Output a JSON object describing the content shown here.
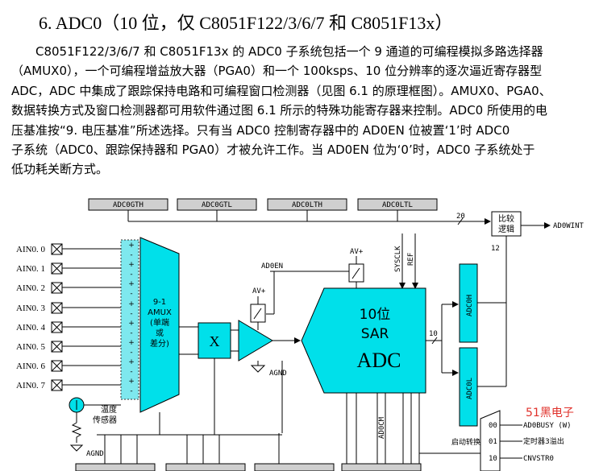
{
  "heading": "6.   ADC0（10 位，仅 C8051F122/3/6/7 和 C8051F13x）",
  "paragraph_lines": [
    "C8051F122/3/6/7  和  C8051F13x  的  ADC0  子系统包括一个  9  通道的可编程模拟多路选择器",
    "（AMUX0），一个可编程增益放大器（PGA0）和一个 100ksps、10 位分辨率的逐次逼近寄存器型",
    "ADC，ADC 中集成了跟踪保持电路和可编程窗口检测器（见图 6.1 的原理框图）。AMUX0、PGA0、",
    "数据转换方式及窗口检测器都可用软件通过图 6.1 所示的特殊功能寄存器来控制。ADC0 所使用的电",
    "压基准按“9. 电压基准”所述选择。只有当 ADC0 控制寄存器中的 AD0EN 位被置‘1’时 ADC0",
    "子系统（ADC0、跟踪保持器和 PGA0）才被允许工作。当 AD0EN 位为‘0’时，ADC0 子系统处于",
    "低功耗关断方式。"
  ],
  "diagram": {
    "registers": [
      "ADC0GTH",
      "ADC0GTL",
      "ADC0LTH",
      "ADC0LTL"
    ],
    "comparator_label_1": "比较",
    "comparator_label_2": "逻辑",
    "bus_width_20": "20",
    "bus_width_12": "12",
    "bus_width_10": "10",
    "adowint": "AD0WINT",
    "ain_inputs": [
      "AIN0. 0",
      "AIN0. 1",
      "AIN0. 2",
      "AIN0. 3",
      "AIN0. 4",
      "AIN0. 5",
      "AIN0. 6",
      "AIN0. 7"
    ],
    "amux_lines": [
      "9-1",
      "AMUX",
      "(单端",
      "或",
      "差分)"
    ],
    "x_block": "X",
    "ad0en": "AD0EN",
    "av_plus_1": "AV+",
    "av_plus_2": "AV+",
    "agnd_1": "AGND",
    "agnd_2": "AGND",
    "sysclk": "SYSCLK",
    "ref": "REF",
    "adc_lines": [
      "10位",
      "SAR",
      "ADC"
    ],
    "adc0h": "ADC0H",
    "adc0l": "ADC0L",
    "ad0cm": "AD0CM",
    "temp_sensor_1": "温度",
    "temp_sensor_2": "传感器",
    "start_conv": "启动转换",
    "mux_codes": [
      "00",
      "01",
      "10"
    ],
    "mux_signals": [
      "AD0BUSY (W)",
      "定时器3溢出",
      "CNVSTR0"
    ],
    "watermark": "51黑电子"
  }
}
